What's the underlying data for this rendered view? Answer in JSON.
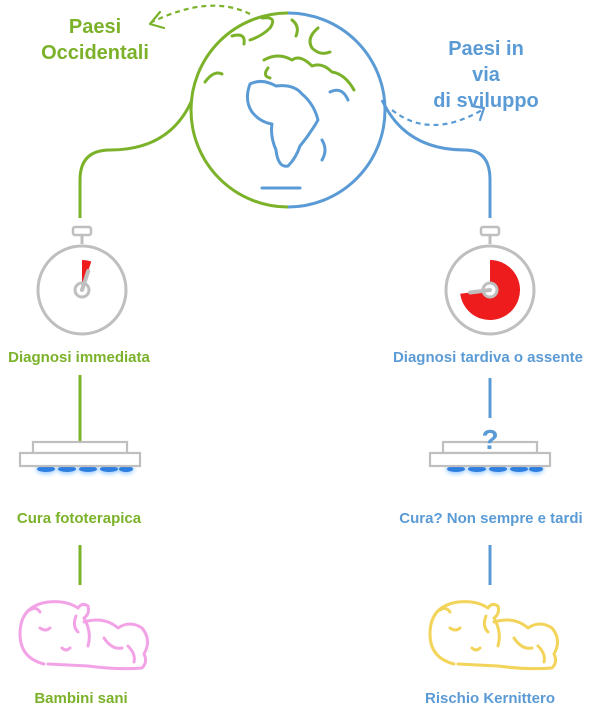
{
  "colors": {
    "green": "#7bb22a",
    "blue": "#5b9bd5",
    "red": "#ee1c1c",
    "gray": "#bfbfbf",
    "pink": "#f2a3e6",
    "yellow": "#f3d45a"
  },
  "left": {
    "region": "Paesi\nOccidentali",
    "diagnosis": "Diagnosi immediata",
    "treatment": "Cura fototerapica",
    "outcome": "Bambini sani",
    "stopwatch_fraction": 0.05
  },
  "right": {
    "region": "Paesi in via\ndi sviluppo",
    "diagnosis": "Diagnosi tardiva o assente",
    "treatment_mark": "?",
    "treatment": "Cura? Non sempre e tardi",
    "outcome": "Rischio Kernittero",
    "stopwatch_fraction": 0.73
  },
  "icons": {
    "globe": "earth-globe-icon",
    "timer": "stopwatch-icon",
    "lamp": "phototherapy-lamp-icon",
    "baby": "sleeping-baby-icon",
    "arrow": "curved-arrow-icon"
  }
}
